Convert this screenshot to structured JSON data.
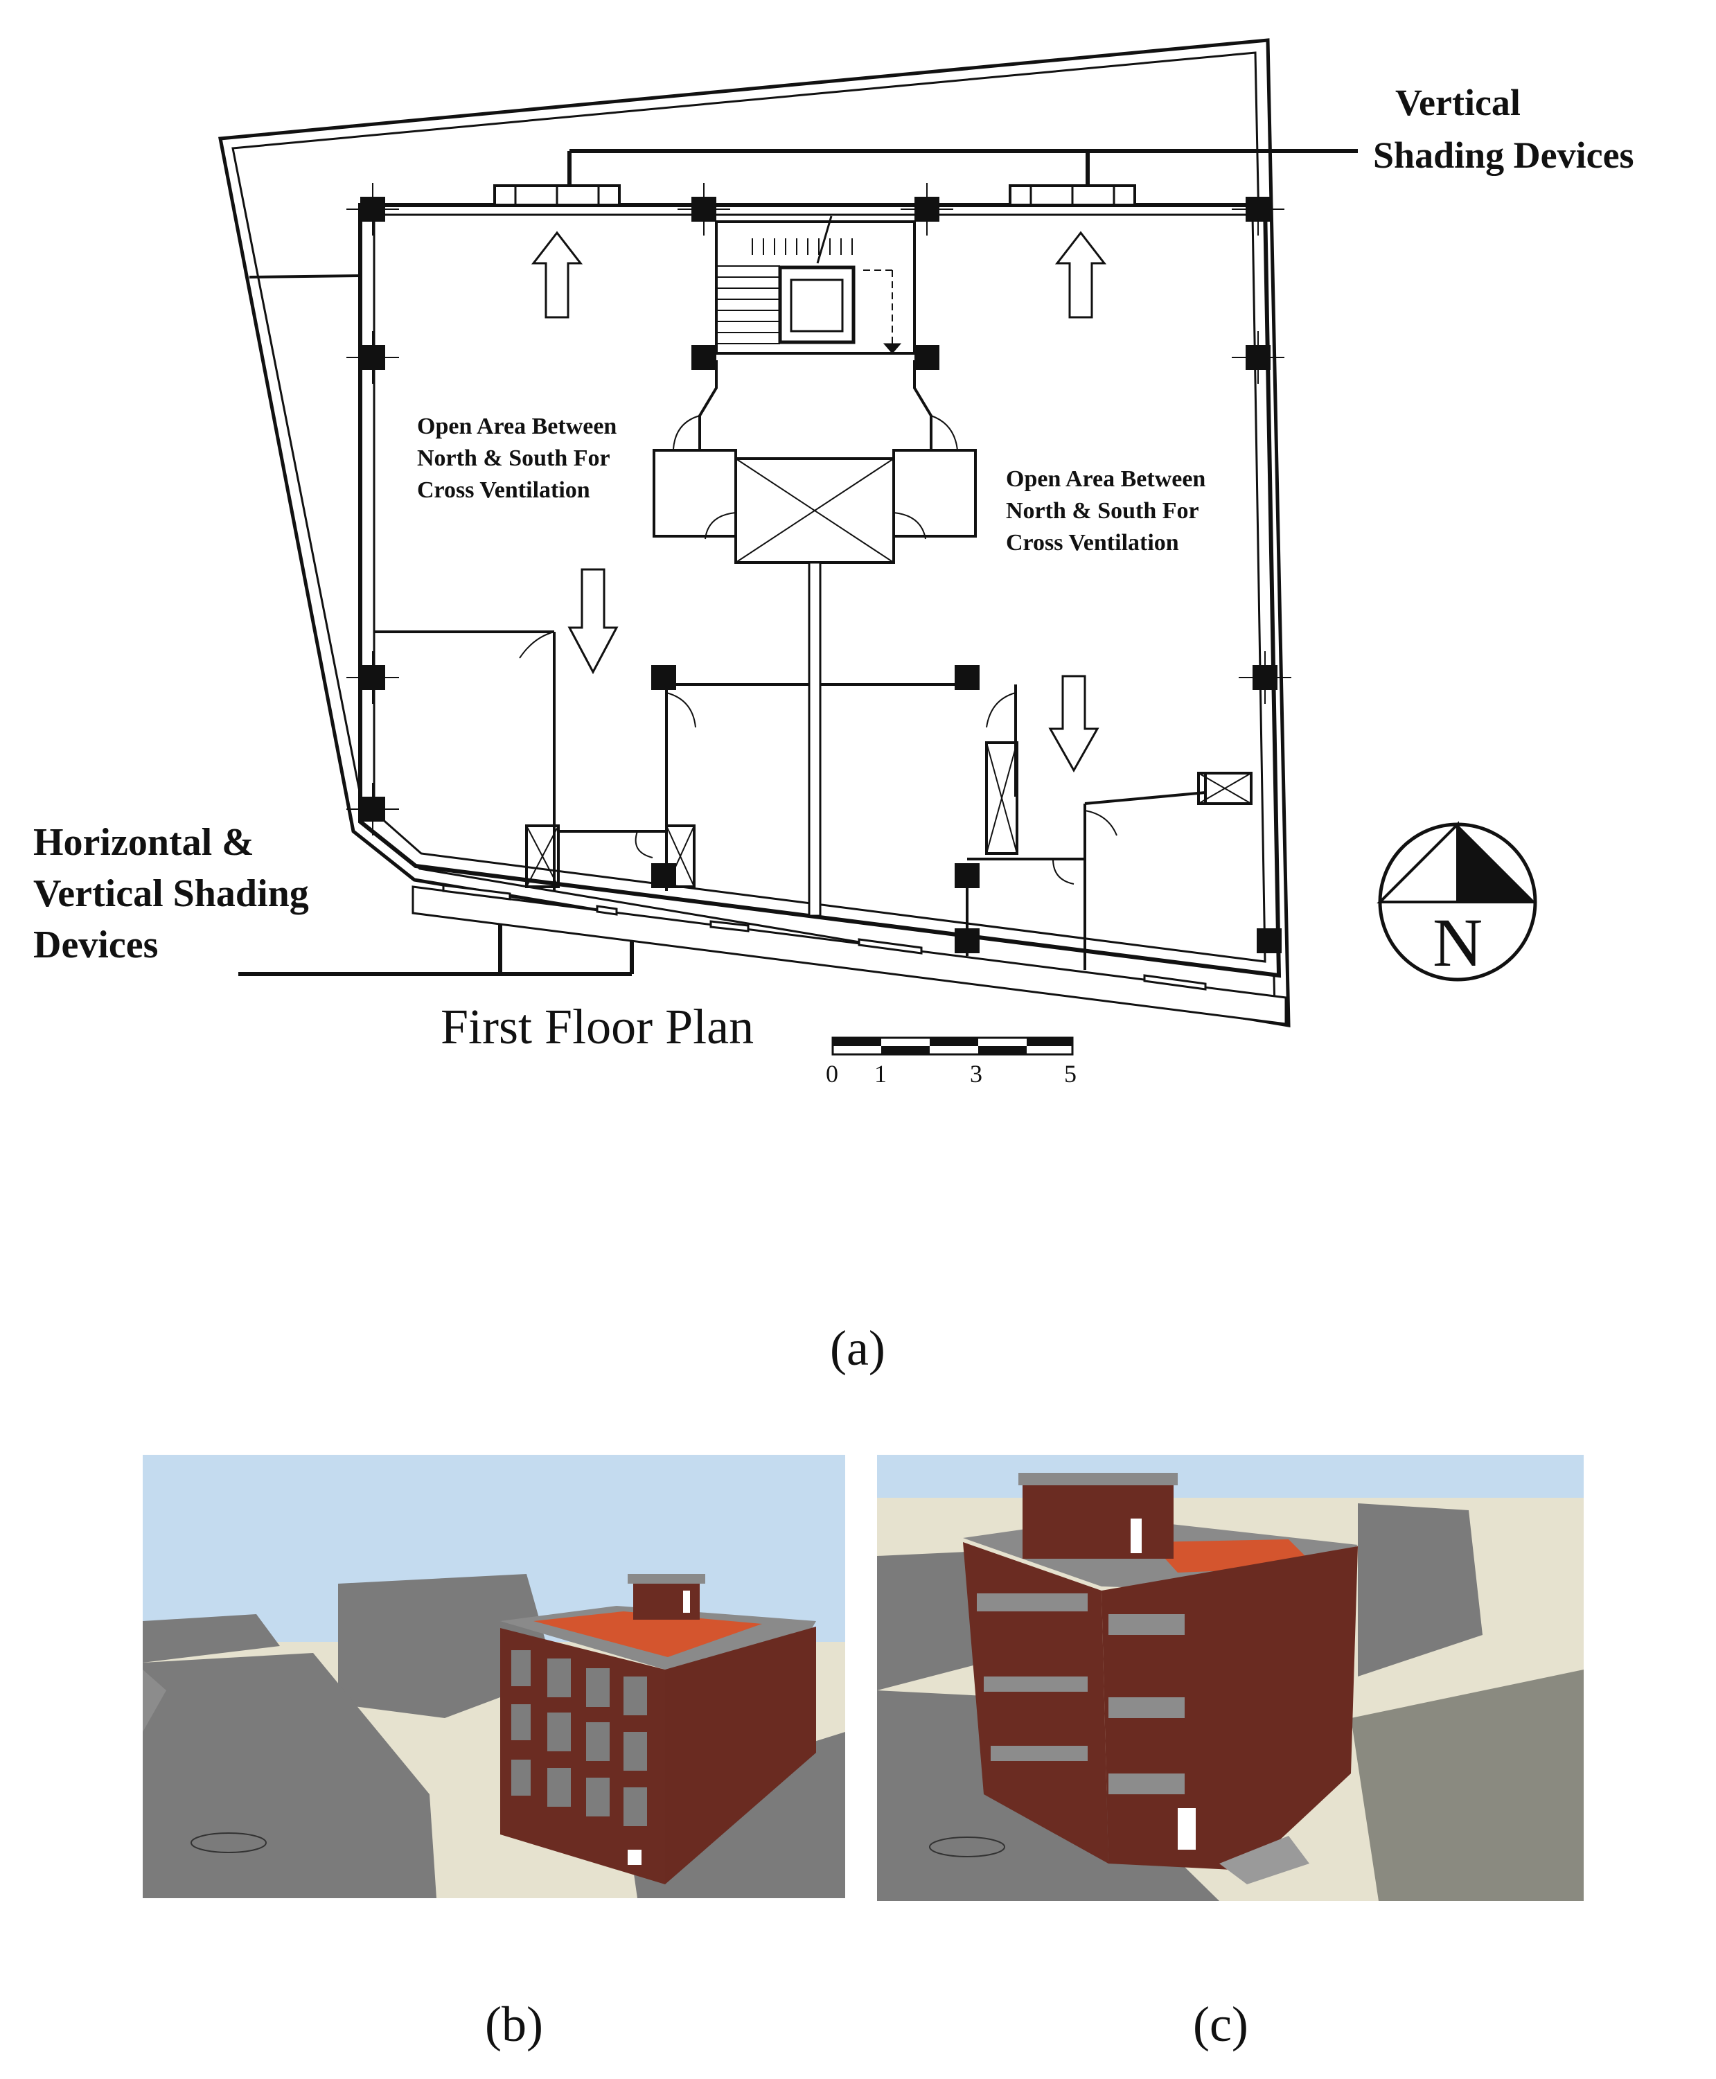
{
  "plan": {
    "vertical_shading_label": [
      "Vertical",
      "Shading Devices"
    ],
    "horiz_vert_shading_label": [
      "Horizontal &",
      "Vertical Shading",
      "Devices"
    ],
    "open_area_left": [
      "Open Area Between",
      "North & South For",
      "Cross Ventilation"
    ],
    "open_area_right": [
      "Open Area Between",
      "North & South For",
      "Cross Ventilation"
    ],
    "plan_title": "First Floor Plan",
    "scale_ticks": [
      "0",
      "1",
      "3",
      "5"
    ],
    "north_letter": "N"
  },
  "captions": {
    "a": "(a)",
    "b": "(b)",
    "c": "(c)"
  },
  "colors": {
    "sky": "#c4dbef",
    "ground": "#e6e2cf",
    "building_gray": "#7a7a7a",
    "brick": "#6b2c22",
    "roof_orange": "#d4552e"
  }
}
